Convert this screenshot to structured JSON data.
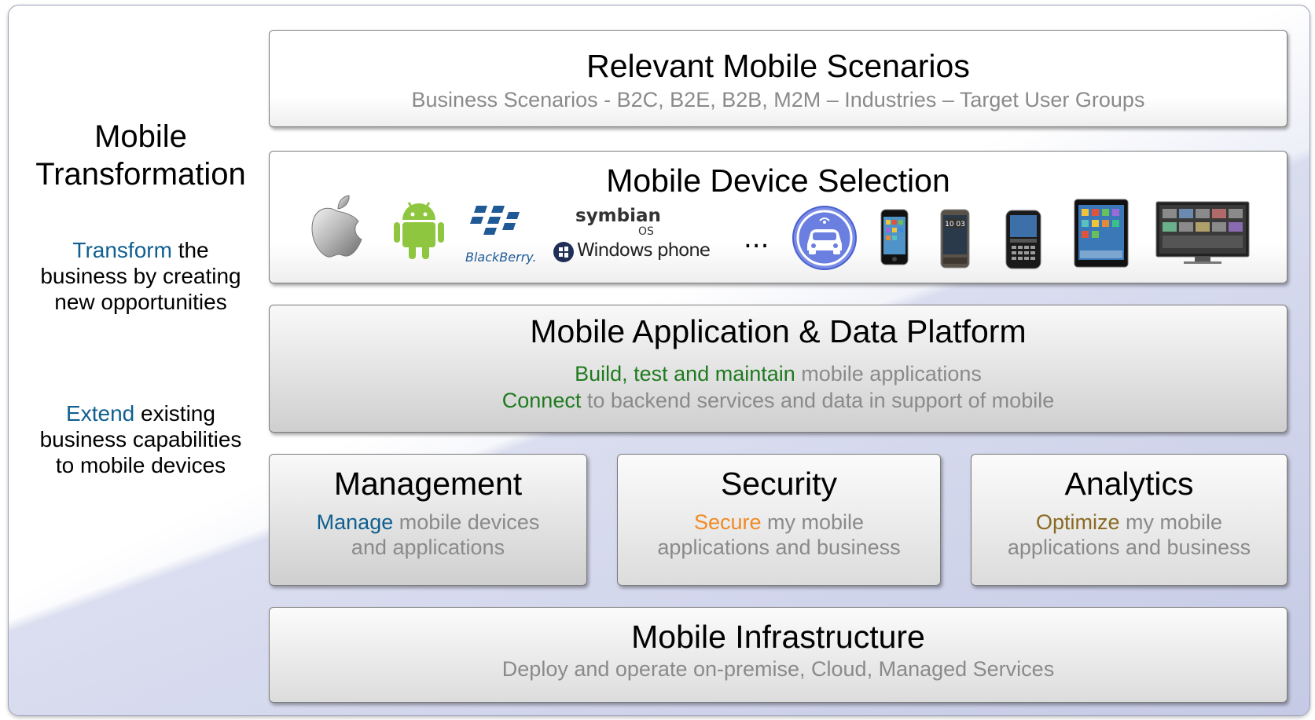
{
  "left": {
    "title_line1": "Mobile",
    "title_line2": "Transformation",
    "stmt1_accent": "Transform",
    "stmt1_rest1": " the",
    "stmt1_line2": "business by creating",
    "stmt1_line3": "new opportunities",
    "stmt2_accent": "Extend",
    "stmt2_rest1": " existing",
    "stmt2_line2": "business capabilities",
    "stmt2_line3": "to mobile devices"
  },
  "scenarios": {
    "title": "Relevant Mobile Scenarios",
    "subtitle": "Business Scenarios - B2C, B2E, B2B, M2M – Industries – Target User Groups"
  },
  "devices": {
    "title": "Mobile Device Selection",
    "blackberry_label": "BlackBerry.",
    "symbian_label": "symbian",
    "symbian_os": "OS",
    "windows_label": "Windows phone",
    "ellipsis": "...",
    "clock_text": "10 03",
    "icons": [
      "apple-icon",
      "android-icon",
      "blackberry-icon",
      "symbian-icon",
      "windows-phone-icon",
      "car-icon",
      "iphone-icon",
      "htc-phone-icon",
      "blackberry-phone-icon",
      "ipad-icon",
      "smart-tv-icon"
    ]
  },
  "platform": {
    "title": "Mobile Application & Data Platform",
    "line1_accent": "Build, test and maintain",
    "line1_rest": " mobile applications",
    "line2_accent": "Connect",
    "line2_rest": " to backend services and data in support of mobile"
  },
  "management": {
    "title": "Management",
    "accent": "Manage",
    "rest1": " mobile devices",
    "line2": "and applications"
  },
  "security": {
    "title": "Security",
    "accent": "Secure",
    "rest1": " my mobile",
    "line2": "applications and business"
  },
  "analytics": {
    "title": "Analytics",
    "accent": "Optimize",
    "rest1": " my mobile",
    "line2": "applications and business"
  },
  "infrastructure": {
    "title": "Mobile Infrastructure",
    "subtitle": "Deploy and operate on-premise, Cloud, Managed Services"
  },
  "colors": {
    "accent_blue": "#0f5f8f",
    "accent_green": "#1f7a1f",
    "accent_orange": "#f28a24",
    "accent_olive": "#8a6a22",
    "subtitle_grey": "#8a8a8a"
  }
}
